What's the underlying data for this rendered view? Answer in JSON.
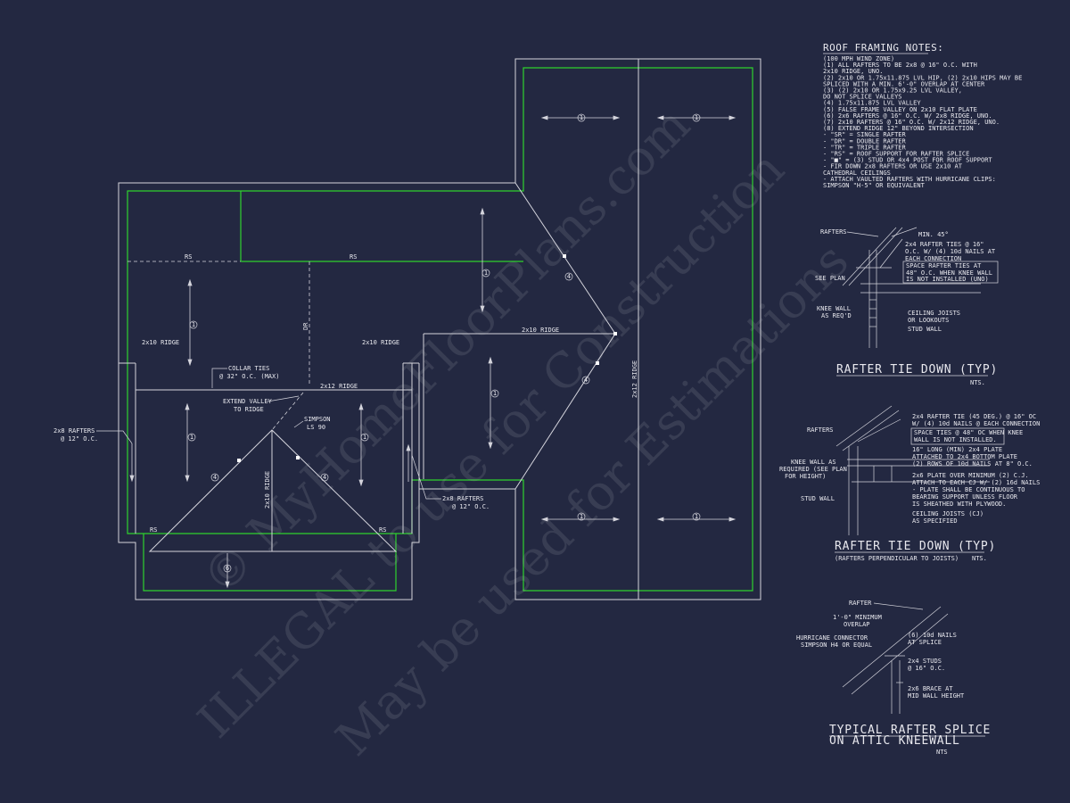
{
  "plan": {
    "labels": {
      "rs_top_left": "RS",
      "rs_top_mid": "RS",
      "dr": "DR",
      "ridge_left": "2x10 RIDGE",
      "ridge_mid": "2x10 RIDGE",
      "ridge_center": "2x12 RIDGE",
      "ridge_right": "2x10 RIDGE",
      "ridge_vertical": "2x12 RIDGE",
      "ridge_front": "2x10 RIDGE",
      "collar_ties_1": "COLLAR TIES",
      "collar_ties_2": "@ 32\" O.C. (MAX)",
      "extend_valley_1": "EXTEND VALLEY",
      "extend_valley_2": "TO RIDGE",
      "simpson_1": "SIMPSON",
      "simpson_2": "LS 90",
      "rafters_left_1": "2x8 RAFTERS",
      "rafters_left_2": "@ 12\" O.C.",
      "rafters_right_1": "2x8 RAFTERS",
      "rafters_right_2": "@ 12\" O.C.",
      "rs_bottom_left": "RS",
      "rs_bottom_right": "RS"
    },
    "tags": {
      "t1": "1",
      "t4": "4",
      "t6": "6"
    }
  },
  "notes": {
    "title": "ROOF FRAMING NOTES:",
    "lines": [
      "(100 MPH WIND ZONE)",
      "(1) ALL RAFTERS TO BE 2x8 @ 16\" O.C. WITH",
      "2x10 RIDGE, UNO.",
      "(2) 2x10 OR 1.75x11.875 LVL HIP, (2) 2x10 HIPS MAY BE",
      "SPLICED WITH A MIN. 6'-0\" OVERLAP AT CENTER",
      "(3) (2) 2x10 OR 1.75x9.25 LVL VALLEY,",
      "DO NOT SPLICE VALLEYS",
      "(4) 1.75x11.875 LVL VALLEY",
      "(5) FALSE FRAME VALLEY ON 2x10 FLAT PLATE",
      "(6) 2x6 RAFTERS @ 16\" O.C. W/ 2x8 RIDGE, UNO.",
      "(7) 2x10 RAFTERS @ 16\" O.C. W/ 2x12 RIDGE, UNO.",
      "(8) EXTEND RIDGE 12\" BEYOND INTERSECTION",
      "- \"SR\" = SINGLE RAFTER",
      "- \"DR\" = DOUBLE RAFTER",
      "- \"TR\" = TRIPLE RAFTER",
      "- \"RS\" = ROOF SUPPORT FOR RAFTER SPLICE",
      "- \"■\" = (3) STUD OR 4x4 POST FOR ROOF SUPPORT",
      "- FIR DOWN 2x8 RAFTERS OR USE 2x10 AT",
      "CATHEDRAL CEILINGS",
      "- ATTACH VAULTED RAFTERS WITH HURRICANE CLIPS:",
      "SIMPSON \"H-5\" OR EQUIVALENT"
    ]
  },
  "detail1": {
    "rafters": "RAFTERS",
    "min45": "MIN. 45°",
    "tie_1": "2x4 RAFTER TIES @ 16\"",
    "tie_2": "O.C. W/ (4) 10d NAILS AT",
    "tie_3": "EACH CONNECTION",
    "box_1": "SPACE RAFTER TIES AT",
    "box_2": "48\" O.C. WHEN KNEE WALL",
    "box_3": "IS NOT INSTALLED (UNO)",
    "see_plan": "SEE PLAN",
    "knee_1": "KNEE WALL",
    "knee_2": "AS REQ'D",
    "cj_1": "CEILING JOISTS",
    "cj_2": "OR LOOKOUTS",
    "stud": "STUD WALL",
    "title": "RAFTER TIE DOWN (TYP)",
    "nts": "NTS."
  },
  "detail2": {
    "rafters": "RAFTERS",
    "tie_1": "2x4 RAFTER TIE (45 DEG.) @ 16\" OC",
    "tie_2": "W/ (4) 10d NAILS @ EACH CONNECTION",
    "box_1": "SPACE TIES @ 48\" OC WHEN KNEE",
    "box_2": "WALL IS NOT INSTALLED.",
    "knee_1": "KNEE WALL AS",
    "knee_2": "REQUIRED (SEE PLAN",
    "knee_3": "FOR HEIGHT)",
    "plate_1": "16\" LONG (MIN) 2x4 PLATE",
    "plate_2": "ATTACHED TO 2x4 BOTTOM PLATE",
    "plate_3": "(2) ROWS OF 10d NAILS AT 8\" O.C.",
    "p6_1": "2x6 PLATE OVER MINIMUM (2) C.J.",
    "p6_2": "ATTACH TO EACH CJ W/ (2) 16d NAILS",
    "p6_3": "- PLATE SHALL BE CONTINUOUS TO",
    "p6_4": "BEARING SUPPORT UNLESS FLOOR",
    "p6_5": "IS SHEATHED WITH PLYWOOD.",
    "stud": "STUD WALL",
    "cj_1": "CEILING JOISTS (CJ)",
    "cj_2": "AS SPECIFIED",
    "title": "RAFTER TIE DOWN (TYP)",
    "subtitle": "(RAFTERS PERPENDICULAR TO JOISTS)",
    "nts": "NTS."
  },
  "detail3": {
    "rafter": "RAFTER",
    "overlap_1": "1'-0\" MINIMUM",
    "overlap_2": "OVERLAP",
    "hurricane_1": "HURRICANE CONNECTOR",
    "hurricane_2": "SIMPSON H4 OR EQUAL",
    "nails_1": "(6) 10d NAILS",
    "nails_2": "AT SPLICE",
    "studs_1": "2x4 STUDS",
    "studs_2": "@ 16\" O.C.",
    "brace_1": "2x6 BRACE AT",
    "brace_2": "MID WALL HEIGHT",
    "title_1": "TYPICAL RAFTER SPLICE",
    "title_2": "ON ATTIC KNEEWALL",
    "nts": "NTS"
  },
  "watermark": {
    "line1": "© MyHomeFloorPlans.com",
    "line2": "ILLEGAL to use for Construction",
    "line3": "May be used for Estimations"
  }
}
